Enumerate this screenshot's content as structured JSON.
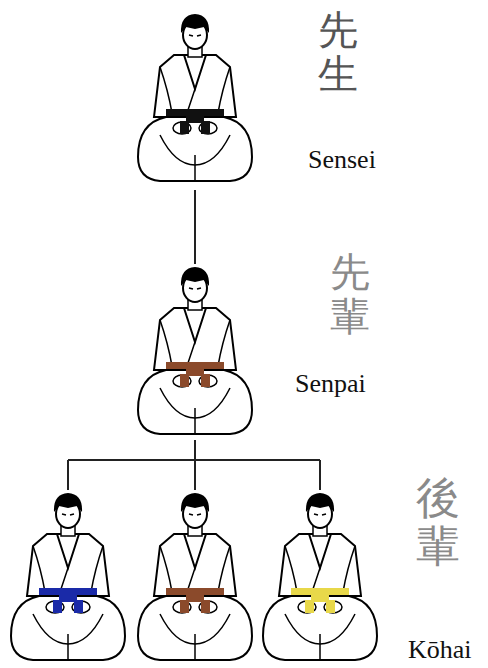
{
  "diagram": {
    "nodes": [
      {
        "text": [
          "先生",
          "Sensei"
        ]
      },
      {
        "text": [
          "先輩",
          "Senpai"
        ]
      },
      {
        "text": [
          "後輩",
          "Kōhai"
        ]
      }
    ],
    "edges": [
      {
        "from": 0,
        "to": 1,
        "arrow": "none"
      },
      {
        "from": 1,
        "to": 2,
        "arrow": "none"
      }
    ]
  }
}
